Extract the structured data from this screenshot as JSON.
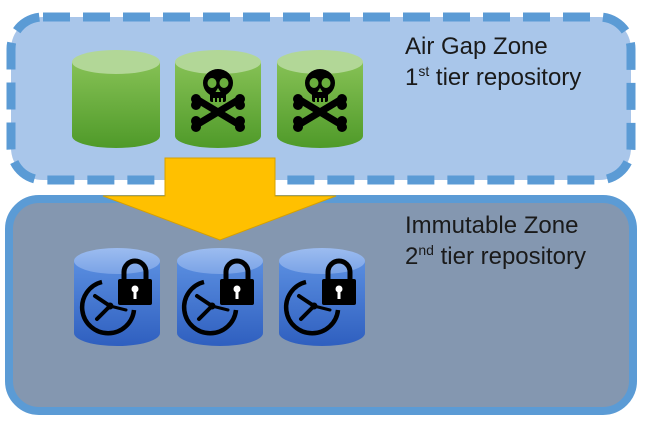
{
  "air_gap_zone": {
    "title": "Air Gap Zone",
    "subtitle_prefix": "1",
    "subtitle_sup": "st",
    "subtitle_suffix": " tier repository",
    "fill_color": "#a9c6ea",
    "border_color": "#5b9bd5",
    "border_style": "dashed",
    "repositories": [
      {
        "icon": "green-cylinder-icon",
        "marking": "none"
      },
      {
        "icon": "green-cylinder-icon",
        "marking": "skull-crossbones-icon"
      },
      {
        "icon": "green-cylinder-icon",
        "marking": "skull-crossbones-icon"
      }
    ]
  },
  "transfer_arrow": {
    "icon": "down-arrow-icon",
    "color": "#ffc000"
  },
  "immutable_zone": {
    "title": "Immutable Zone",
    "subtitle_prefix": "2",
    "subtitle_sup": "nd",
    "subtitle_suffix": " tier repository",
    "fill_color": "#8497b0",
    "border_color": "#5b9bd5",
    "border_style": "solid",
    "repositories": [
      {
        "icon": "blue-cylinder-icon",
        "marking": "clock-lock-icon"
      },
      {
        "icon": "blue-cylinder-icon",
        "marking": "clock-lock-icon"
      },
      {
        "icon": "blue-cylinder-icon",
        "marking": "clock-lock-icon"
      }
    ]
  }
}
